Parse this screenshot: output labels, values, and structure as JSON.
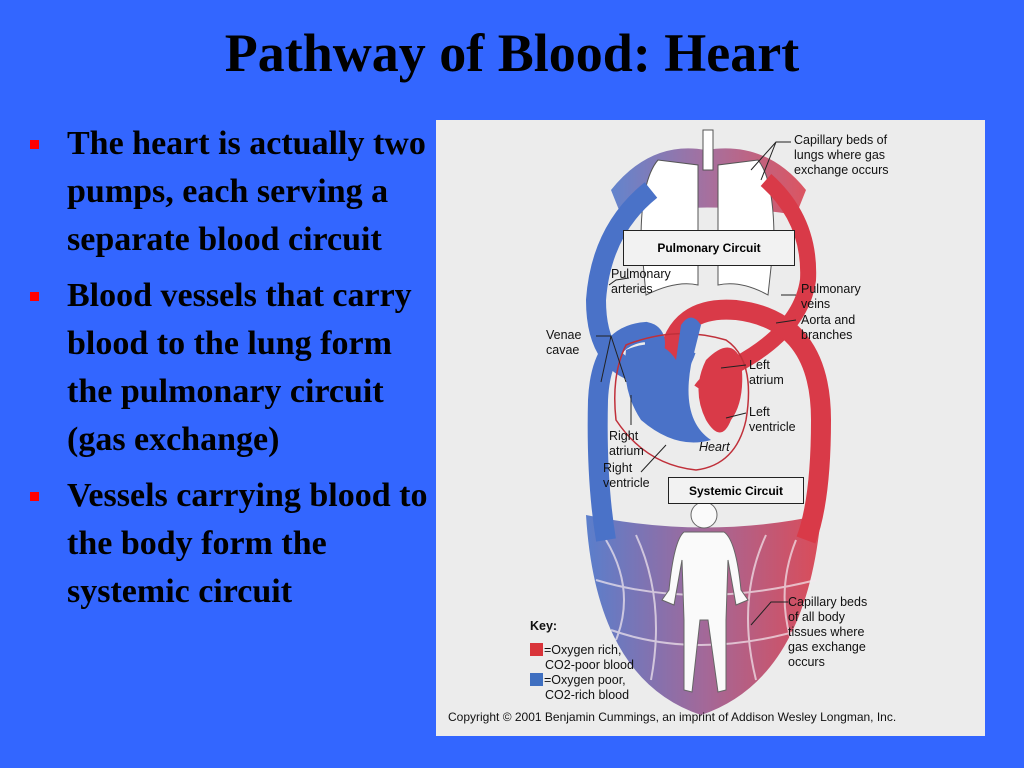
{
  "slide": {
    "title": "Pathway of Blood: Heart",
    "bullets": [
      "The heart is actually two pumps, each serving a separate blood circuit",
      "Blood vessels that carry blood to the lung form the pulmonary circuit (gas exchange)",
      "Vessels carrying blood to the body form the systemic circuit"
    ]
  },
  "diagram": {
    "labels": {
      "capillary_lungs": "Capillary beds of lungs where gas exchange occurs",
      "pulmonary_circuit": "Pulmonary Circuit",
      "pulmonary_arteries": "Pulmonary arteries",
      "pulmonary_veins": "Pulmonary veins",
      "aorta": "Aorta and branches",
      "venae_cavae": "Venae cavae",
      "left_atrium": "Left atrium",
      "left_ventricle": "Left ventricle",
      "right_atrium": "Right atrium",
      "right_ventricle": "Right ventricle",
      "heart": "Heart",
      "systemic_circuit": "Systemic Circuit",
      "capillary_body": "Capillary beds of all body tissues where gas exchange occurs"
    },
    "key": {
      "title": "Key:",
      "items": [
        {
          "line1": "=Oxygen rich,",
          "line2": "CO2-poor blood",
          "color": "#d9343a"
        },
        {
          "line1": "=Oxygen poor,",
          "line2": "CO2-rich blood",
          "color": "#3f6fc0"
        }
      ]
    },
    "copyright": "Copyright © 2001 Benjamin Cummings, an imprint of Addison Wesley Longman, Inc."
  },
  "colors": {
    "background": "#3366ff",
    "bullet": "#ff0000",
    "oxygen_rich": "#d9343a",
    "oxygen_poor": "#3f6fc0"
  }
}
